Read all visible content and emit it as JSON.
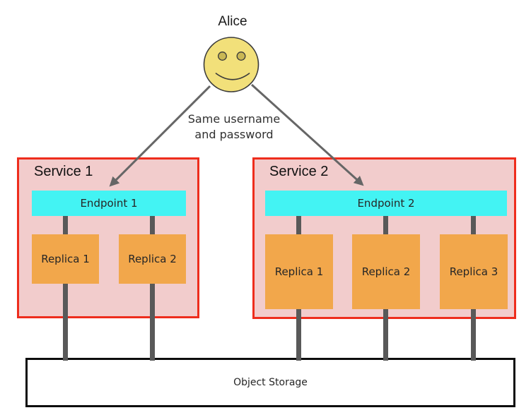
{
  "actor": {
    "label": "Alice"
  },
  "note": {
    "text": "Same username\nand password"
  },
  "services": [
    {
      "name": "Service 1",
      "endpoint": {
        "label": "Endpoint 1"
      },
      "replicas": [
        {
          "label": "Replica 1"
        },
        {
          "label": "Replica 2"
        }
      ]
    },
    {
      "name": "Service 2",
      "endpoint": {
        "label": "Endpoint 2"
      },
      "replicas": [
        {
          "label": "Replica 1"
        },
        {
          "label": "Replica 2"
        },
        {
          "label": "Replica 3"
        }
      ]
    }
  ],
  "storage": {
    "label": "Object Storage"
  },
  "colors": {
    "service_fill": "#F2CCCC",
    "service_border": "#EE2D1D",
    "endpoint_fill": "#43F3F3",
    "replica_fill": "#F2A74B",
    "connector_gray": "#595959",
    "arrow_gray": "#666666",
    "actor_face_fill": "#F2E07A",
    "actor_eye_fill": "#C9B754",
    "storage_border": "#0D0D0D"
  }
}
